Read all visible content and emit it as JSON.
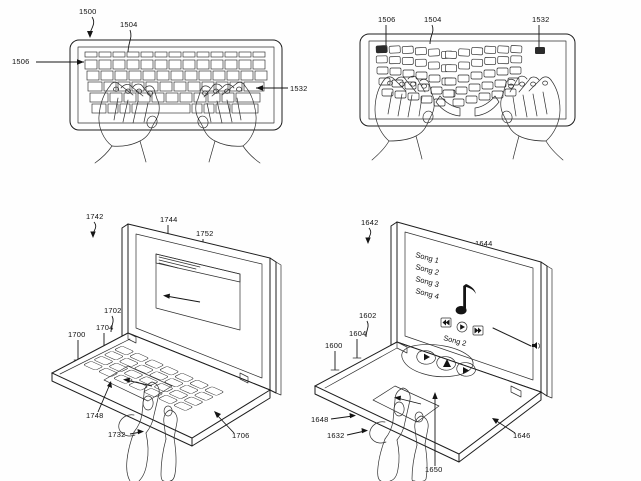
{
  "sheet": {
    "kind": "patent-drawing-sheet",
    "background_color": "#ffffff",
    "ink_color": "#1a1a1a",
    "figure_count": 4
  },
  "figures": [
    {
      "id": "fig-top-left",
      "name": "flat-keyboard-top-view",
      "description": "Top view of a rectangular keyboard with two hands typing",
      "labels": [
        {
          "ref": "1500",
          "position": "top-left",
          "leader": "curved-arrow"
        },
        {
          "ref": "1504",
          "position": "top-center",
          "leader": "curved"
        },
        {
          "ref": "1506",
          "position": "left",
          "leader": "straight-arrow"
        },
        {
          "ref": "1532",
          "position": "right",
          "leader": "straight-arrow"
        }
      ]
    },
    {
      "id": "fig-top-right",
      "name": "split-ergonomic-keyboard-top-view",
      "description": "Top view of a split/curved ergonomic keyboard with two hands typing",
      "labels": [
        {
          "ref": "1506",
          "position": "top-left",
          "leader": "straight"
        },
        {
          "ref": "1504",
          "position": "top-center",
          "leader": "curved"
        },
        {
          "ref": "1532",
          "position": "top-right",
          "leader": "straight"
        }
      ]
    },
    {
      "id": "fig-bottom-left",
      "name": "laptop-document-gesture",
      "description": "Perspective view of an open laptop showing a document window on the display and a finger swiping on the trackpad",
      "labels": [
        {
          "ref": "1742",
          "position": "top-left",
          "leader": "curved-arrow"
        },
        {
          "ref": "1744",
          "position": "top-center",
          "leader": "straight"
        },
        {
          "ref": "1752",
          "position": "top-right",
          "leader": "straight-arrow"
        },
        {
          "ref": "1702",
          "position": "left-upper",
          "leader": "straight"
        },
        {
          "ref": "1704",
          "position": "left-middle",
          "leader": "straight"
        },
        {
          "ref": "1700",
          "position": "left-lower",
          "leader": "straight"
        },
        {
          "ref": "1748",
          "position": "bottom-left",
          "leader": "straight-arrow"
        },
        {
          "ref": "1732",
          "position": "bottom-left-lower",
          "leader": "straight-arrow"
        },
        {
          "ref": "1706",
          "position": "bottom-right",
          "leader": "straight-arrow"
        }
      ],
      "screen": {
        "window_title_lines": 3,
        "content_arrow_direction": "left"
      }
    },
    {
      "id": "fig-bottom-right",
      "name": "laptop-media-player-gesture",
      "description": "Perspective view of an open laptop showing a media player on the display with a song list, a music note, transport controls and a volume slider; a finger touches the reconfigurable key area",
      "labels": [
        {
          "ref": "1642",
          "position": "top-left",
          "leader": "curved-arrow"
        },
        {
          "ref": "1644",
          "position": "top-center",
          "leader": "straight"
        },
        {
          "ref": "1602",
          "position": "left-upper",
          "leader": "straight"
        },
        {
          "ref": "1604",
          "position": "left-middle",
          "leader": "straight"
        },
        {
          "ref": "1600",
          "position": "left-lower",
          "leader": "straight"
        },
        {
          "ref": "1648",
          "position": "bottom-left",
          "leader": "straight-arrow"
        },
        {
          "ref": "1632",
          "position": "bottom-left-lower",
          "leader": "straight-arrow"
        },
        {
          "ref": "1650",
          "position": "bottom-center",
          "leader": "straight-arrow"
        },
        {
          "ref": "1646",
          "position": "bottom-right",
          "leader": "straight-arrow"
        }
      ],
      "screen": {
        "playlist": [
          "Song 1",
          "Song 2",
          "Song 3",
          "Song 4"
        ],
        "now_playing": "Song 2",
        "album_art_icon": "music-note-icon",
        "transport_controls": [
          "rewind-icon",
          "play-icon",
          "fast-forward-icon"
        ],
        "volume_slider": {
          "icon": "speaker-icon",
          "orientation": "diagonal"
        }
      },
      "keyboard_controls": [
        "rewind-key-icon",
        "play-key-icon",
        "fast-forward-key-icon"
      ]
    }
  ]
}
